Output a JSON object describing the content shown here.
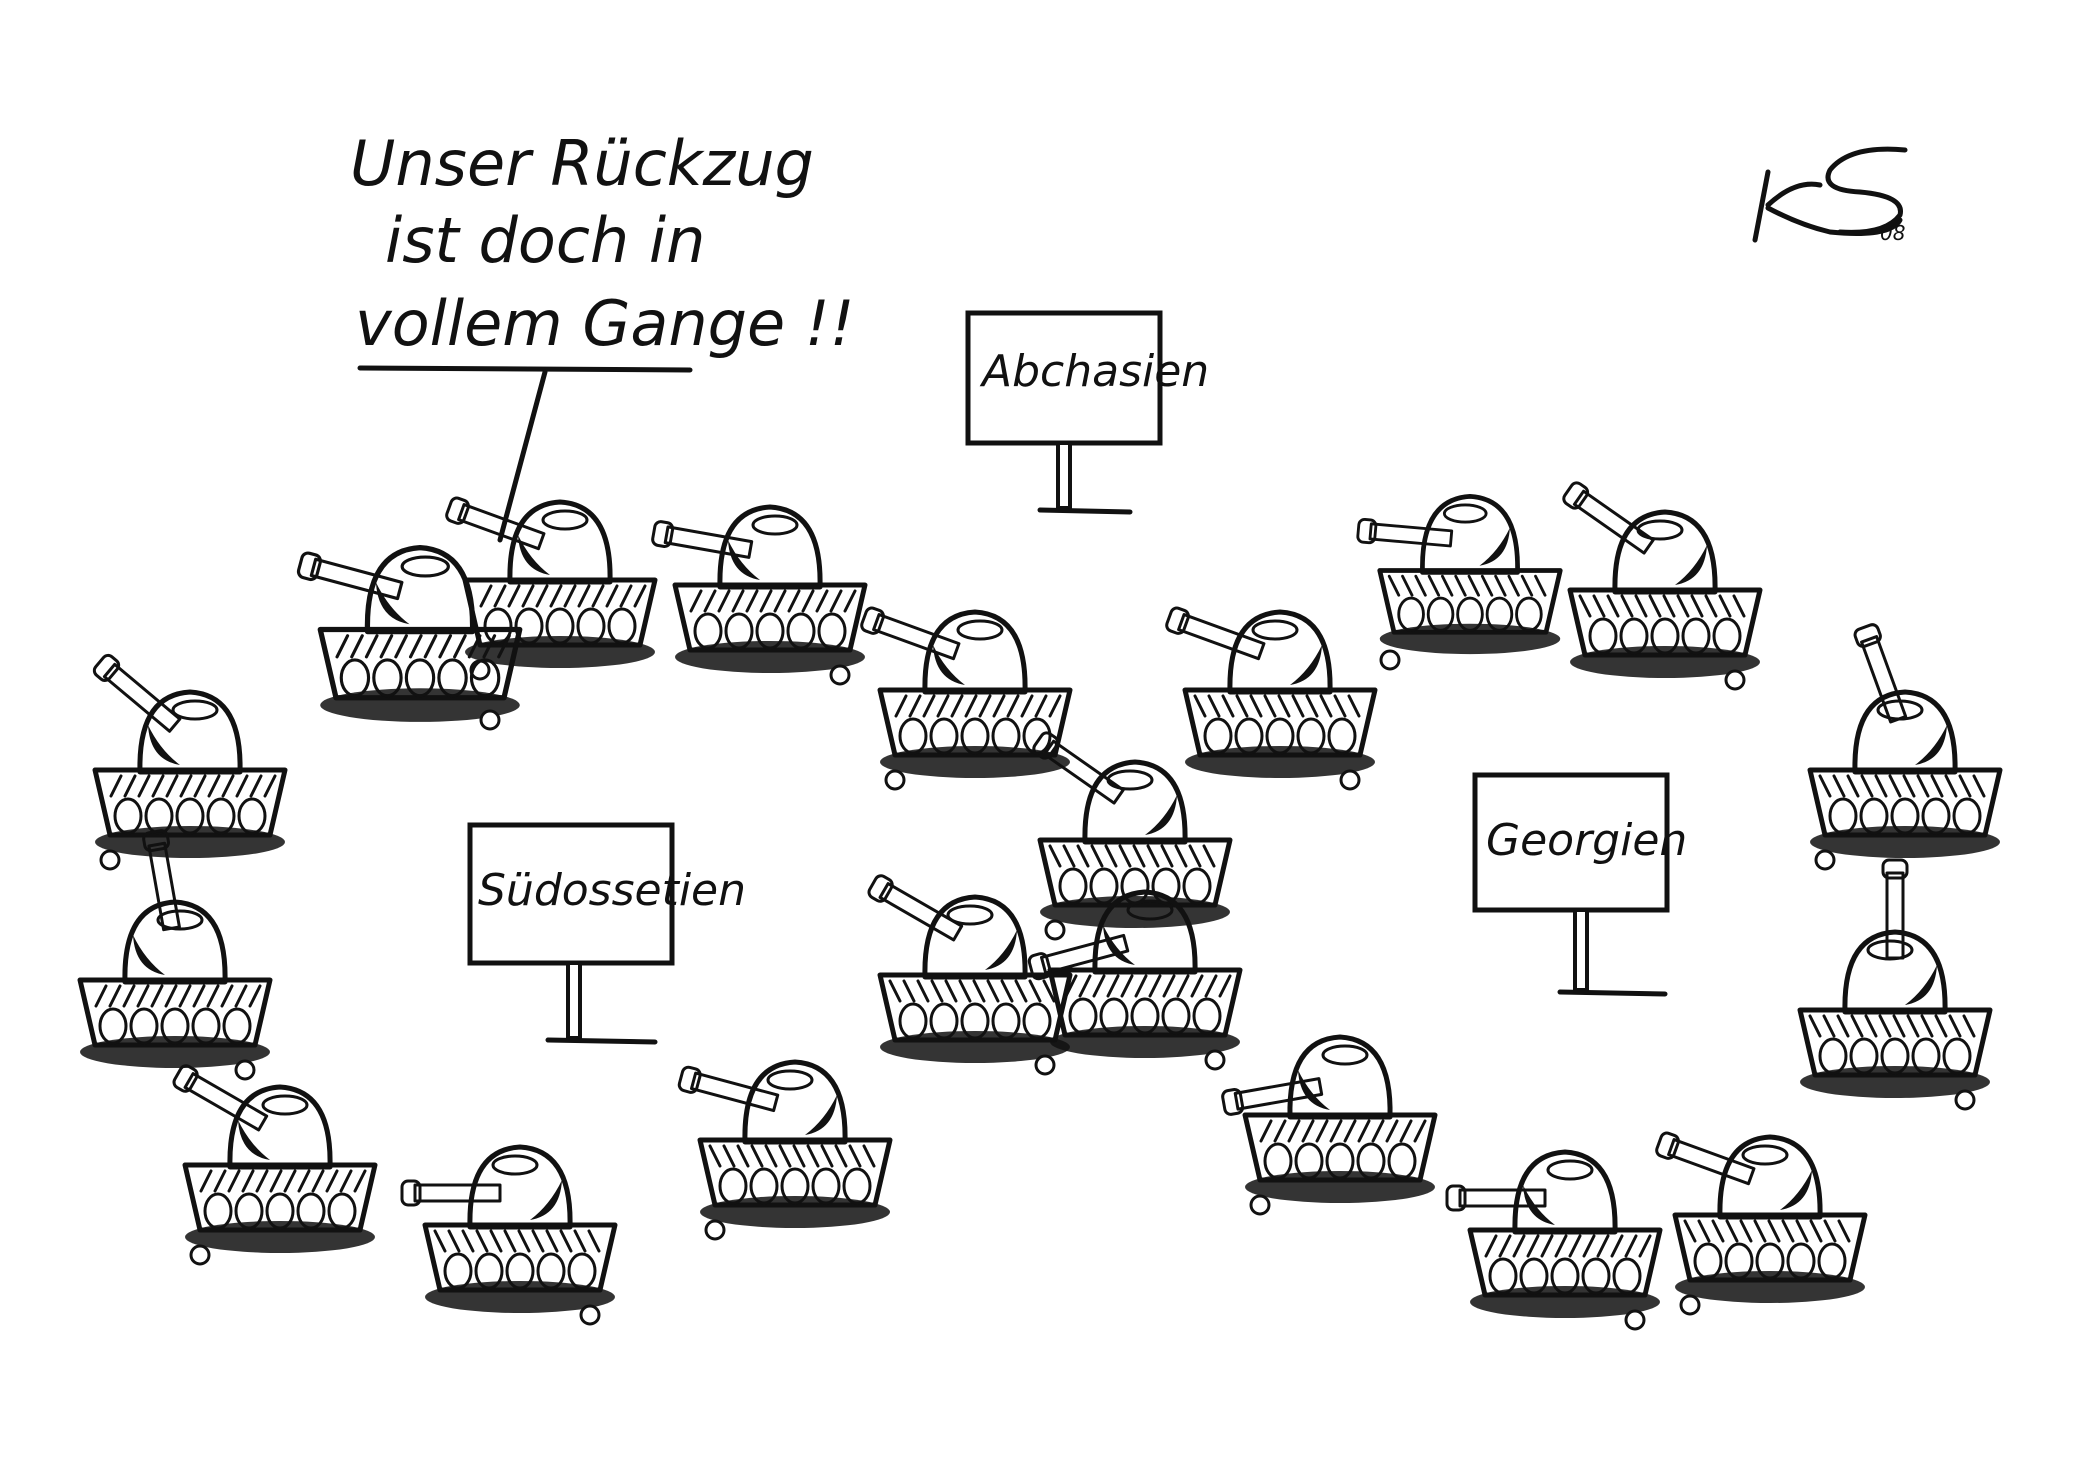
{
  "speech_bubble": {
    "lines": [
      "Unser Rückzug",
      "ist doch in",
      "vollem Gange !!"
    ]
  },
  "signs": {
    "abchasien": "Abchasien",
    "suedossetien": "Südossetien",
    "georgien": "Georgien"
  },
  "signature": {
    "initials": "KS",
    "year": "08"
  },
  "colors": {
    "ink": "#111111",
    "paper": "#ffffff"
  }
}
